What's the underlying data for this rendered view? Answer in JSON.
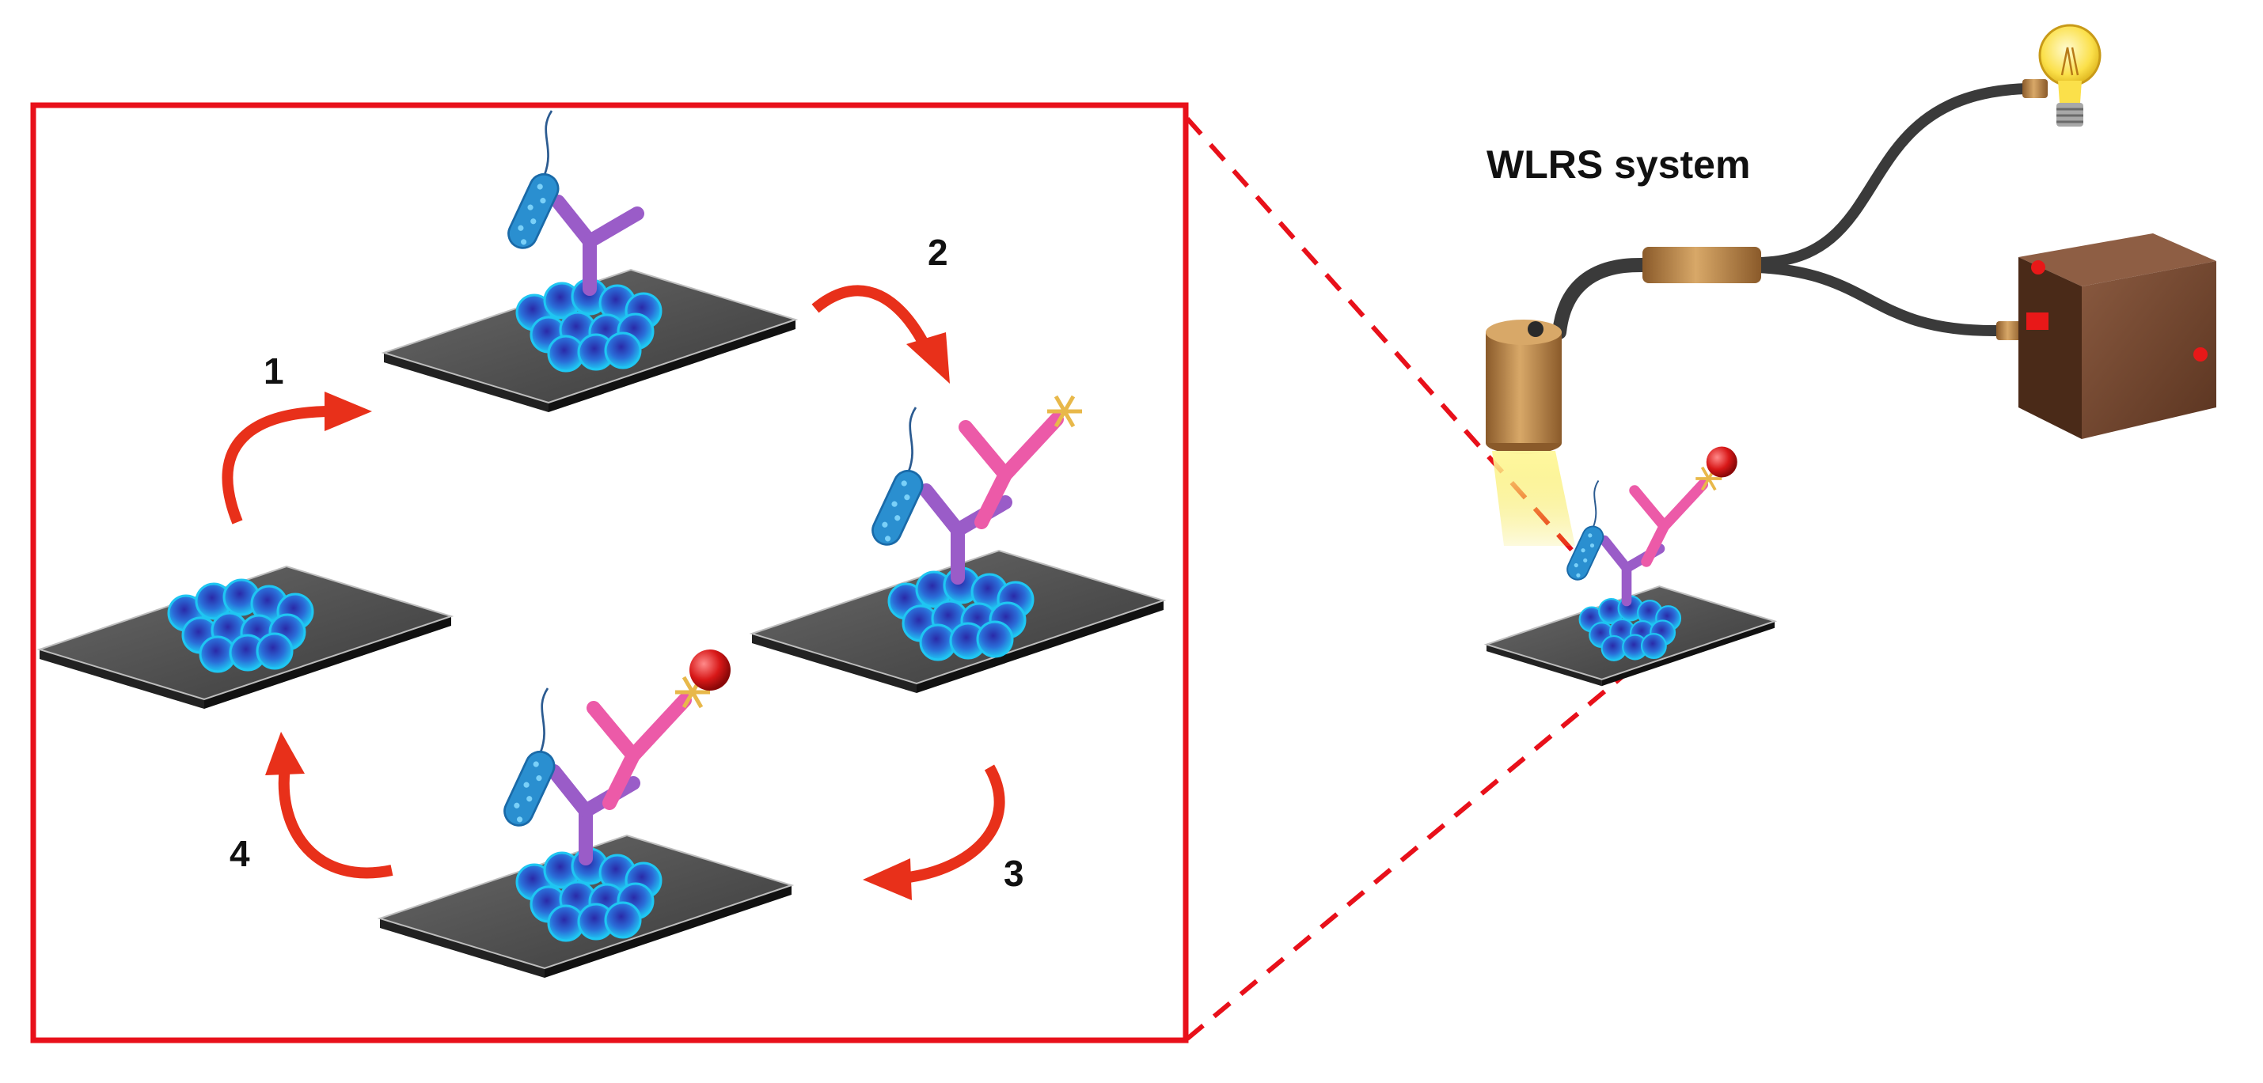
{
  "system_label": "WLRS system",
  "steps": [
    {
      "number": "1"
    },
    {
      "number": "2"
    },
    {
      "number": "3"
    },
    {
      "number": "4"
    }
  ],
  "colors": {
    "frame_red": "#e8101a",
    "arrow_red": "#e8301a",
    "chip_dark": "#4a4a4a",
    "nanoparticle_blue": "#1fa8e8",
    "bacterium_blue": "#2a8fd0",
    "capture_antibody": "#9a5cc8",
    "detection_antibody": "#ec5aa8",
    "label_red": "#d81818",
    "probe_copper": "#b8824a",
    "cable_dark": "#3a3a3a",
    "box_brown": "#7a4a32"
  },
  "icons": [
    "light-bulb-icon",
    "spectrometer-box-icon",
    "optical-probe-icon",
    "fiber-cable-icon"
  ]
}
